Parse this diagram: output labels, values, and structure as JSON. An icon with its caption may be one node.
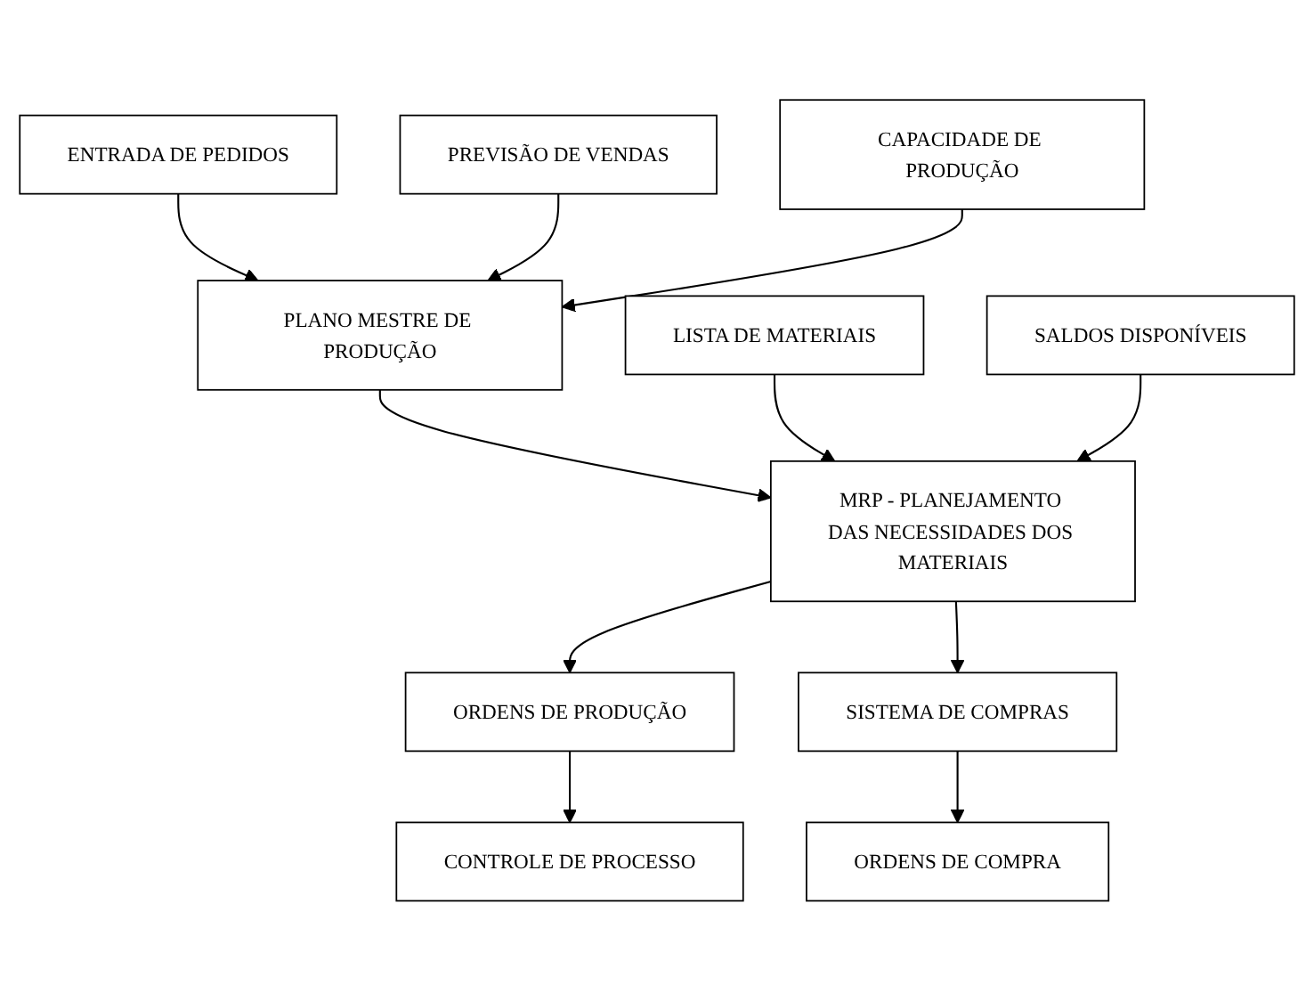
{
  "diagram": {
    "nodes": [
      {
        "text": [
          "ENTRADA DE PEDIDOS"
        ]
      },
      {
        "text": [
          "PREVISÃO DE VENDAS"
        ]
      },
      {
        "text": [
          "CAPACIDADE DE PRODUÇÃO"
        ]
      },
      {
        "text": [
          "PLANO MESTRE DE PRODUÇÃO"
        ]
      },
      {
        "text": [
          "LISTA DE MATERIAIS"
        ]
      },
      {
        "text": [
          "MRP - PLANEJAMENTO DAS NECESSIDADES DOS MATERIAIS"
        ]
      },
      {
        "text": [
          "SALDOS DISPONÍVEIS"
        ]
      },
      {
        "text": [
          "ORDENS DE PRODUÇÃO"
        ]
      },
      {
        "text": [
          "SISTEMA DE COMPRAS"
        ]
      },
      {
        "text": [
          "CONTROLE DE PROCESSO"
        ]
      },
      {
        "text": [
          "ORDENS DE COMPRA"
        ]
      }
    ],
    "edges": [
      {
        "from": 0,
        "to": 3,
        "arrow": "to"
      },
      {
        "from": 1,
        "to": 3,
        "arrow": "to"
      },
      {
        "from": 2,
        "to": 3,
        "arrow": "to"
      },
      {
        "from": 3,
        "to": 5,
        "arrow": "to"
      },
      {
        "from": 4,
        "to": 5,
        "arrow": "to"
      },
      {
        "from": 6,
        "to": 5,
        "arrow": "to"
      },
      {
        "from": 5,
        "to": 7,
        "arrow": "to"
      },
      {
        "from": 5,
        "to": 8,
        "arrow": "to"
      },
      {
        "from": 7,
        "to": 9,
        "arrow": "to"
      },
      {
        "from": 8,
        "to": 10,
        "arrow": "to"
      }
    ]
  }
}
